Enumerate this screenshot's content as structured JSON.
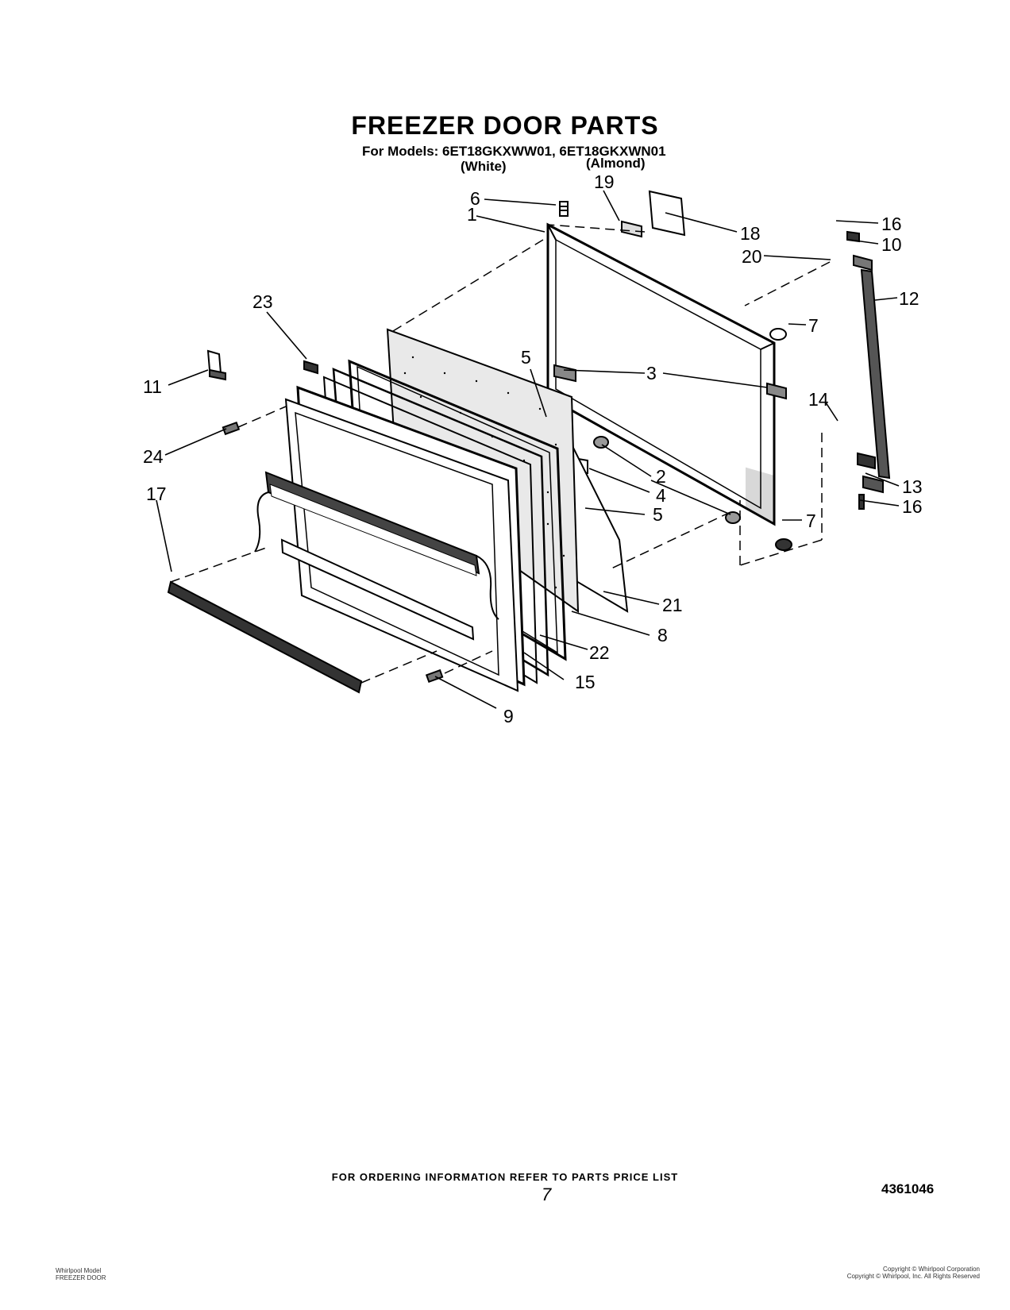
{
  "header": {
    "title": "FREEZER DOOR PARTS",
    "models_line": "For Models: 6ET18GKXWW01, 6ET18GKXWN01",
    "variant_white": "(White)",
    "variant_almond": "(Almond)"
  },
  "callouts": [
    "1",
    "2",
    "3",
    "4",
    "5",
    "5",
    "6",
    "7",
    "7",
    "8",
    "9",
    "10",
    "11",
    "12",
    "13",
    "14",
    "15",
    "16",
    "16",
    "17",
    "18",
    "19",
    "20",
    "21",
    "22",
    "23",
    "24"
  ],
  "footer": {
    "ordering_note": "FOR ORDERING INFORMATION REFER TO PARTS PRICE LIST",
    "page_number": "7",
    "document_number": "4361046",
    "fineprint_left": [
      "Whirlpool Model",
      "FREEZER DOOR"
    ],
    "fineprint_right": [
      "Copyright © Whirlpool Corporation",
      "Copyright © Whirlpool, Inc. All Rights Reserved"
    ]
  }
}
